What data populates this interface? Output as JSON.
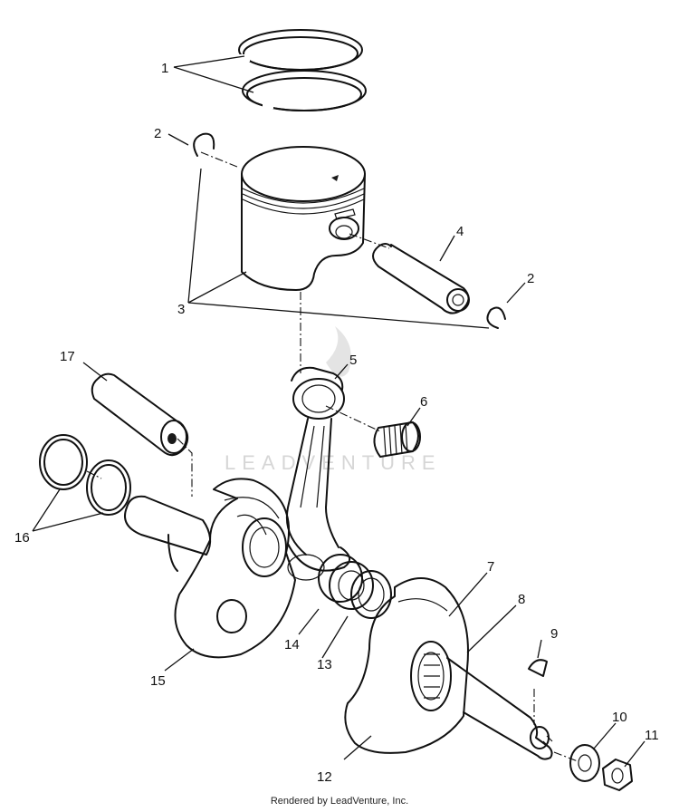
{
  "diagram": {
    "callouts": [
      {
        "id": "1",
        "text": "1"
      },
      {
        "id": "2a",
        "text": "2"
      },
      {
        "id": "2b",
        "text": "2"
      },
      {
        "id": "3",
        "text": "3"
      },
      {
        "id": "4",
        "text": "4"
      },
      {
        "id": "5",
        "text": "5"
      },
      {
        "id": "6",
        "text": "6"
      },
      {
        "id": "7",
        "text": "7"
      },
      {
        "id": "8",
        "text": "8"
      },
      {
        "id": "9",
        "text": "9"
      },
      {
        "id": "10",
        "text": "10"
      },
      {
        "id": "11",
        "text": "11"
      },
      {
        "id": "12",
        "text": "12"
      },
      {
        "id": "13",
        "text": "13"
      },
      {
        "id": "14",
        "text": "14"
      },
      {
        "id": "15",
        "text": "15"
      },
      {
        "id": "16",
        "text": "16"
      },
      {
        "id": "17",
        "text": "17"
      }
    ],
    "watermark": "LEADVENTURE",
    "credit": "Rendered by LeadVenture, Inc."
  }
}
